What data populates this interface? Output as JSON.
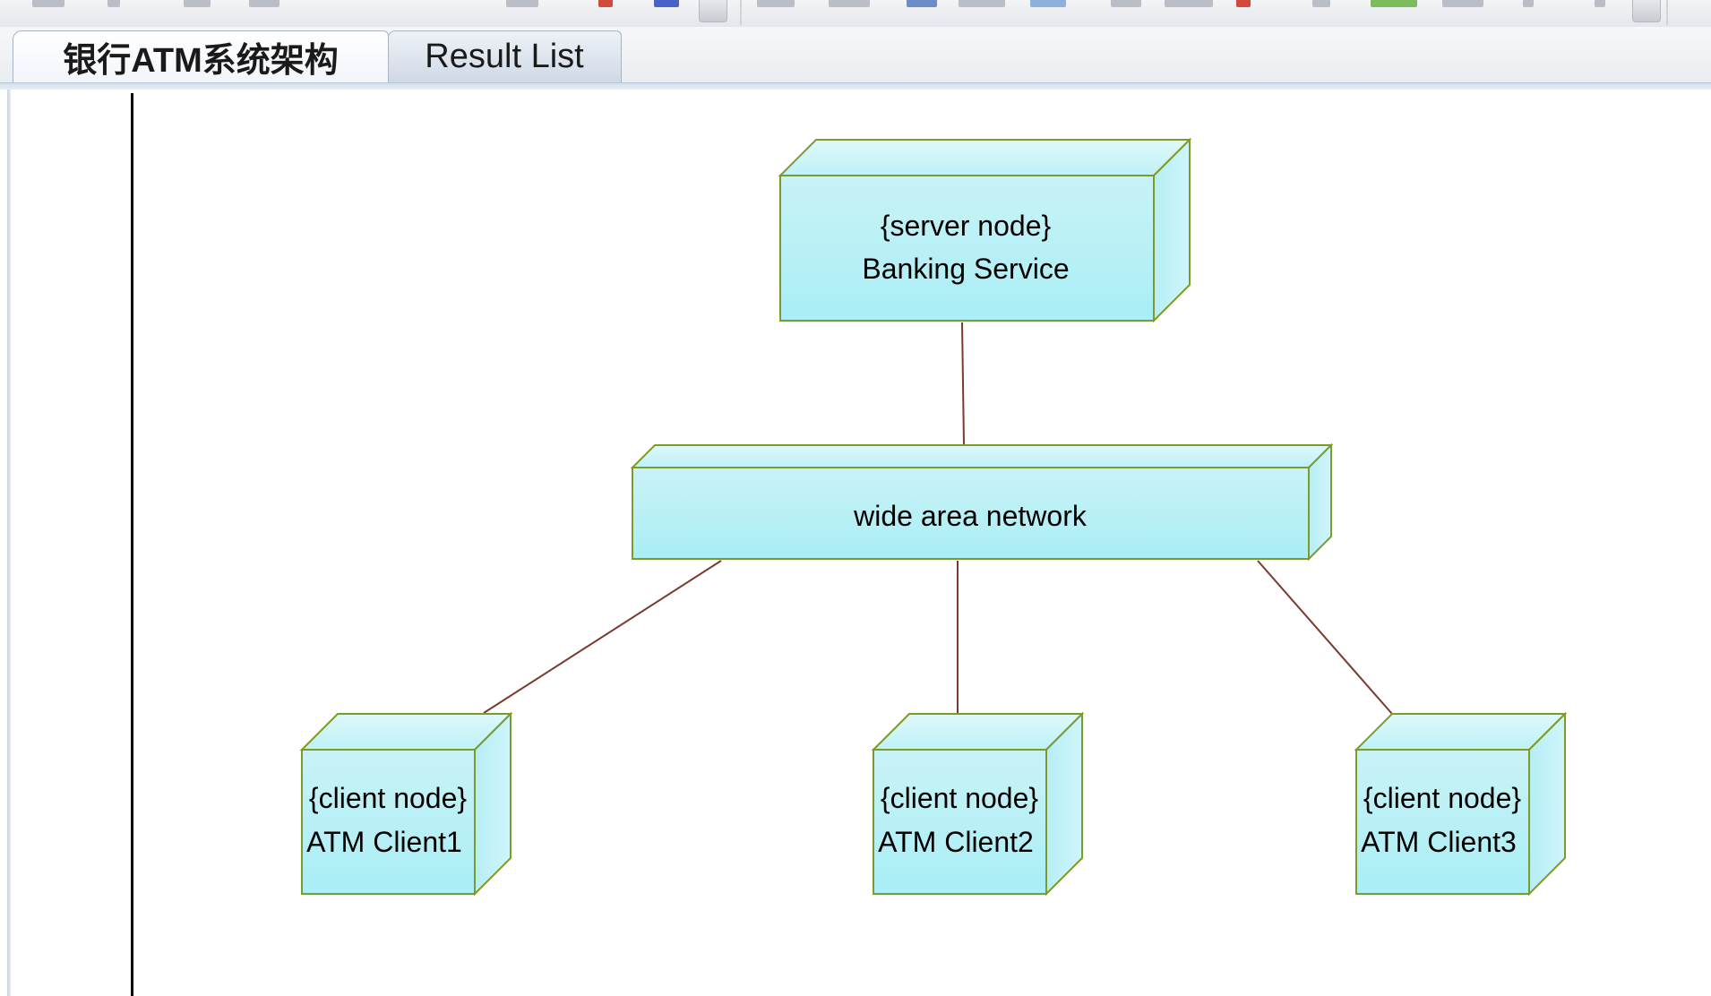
{
  "tabs": [
    {
      "label": "银行ATM系统架构",
      "active": true
    },
    {
      "label": "Result List",
      "active": false
    }
  ],
  "diagram": {
    "server": {
      "stereotype": "{server node}",
      "name": "Banking Service"
    },
    "network": {
      "name": "wide area network"
    },
    "clients": [
      {
        "stereotype": "{client node}",
        "name": "ATM Client1"
      },
      {
        "stereotype": "{client node}",
        "name": "ATM Client2"
      },
      {
        "stereotype": "{client node}",
        "name": "ATM Client3"
      }
    ],
    "links": [
      {
        "from": "server",
        "to": "network"
      },
      {
        "from": "network",
        "to": "client1"
      },
      {
        "from": "network",
        "to": "client2"
      },
      {
        "from": "network",
        "to": "client3"
      }
    ]
  },
  "colors": {
    "node_fill_top": "#c9f3f6",
    "node_fill_bottom": "#a9eef6",
    "node_border": "#7e9a2a",
    "link": "#7a3a2e"
  }
}
